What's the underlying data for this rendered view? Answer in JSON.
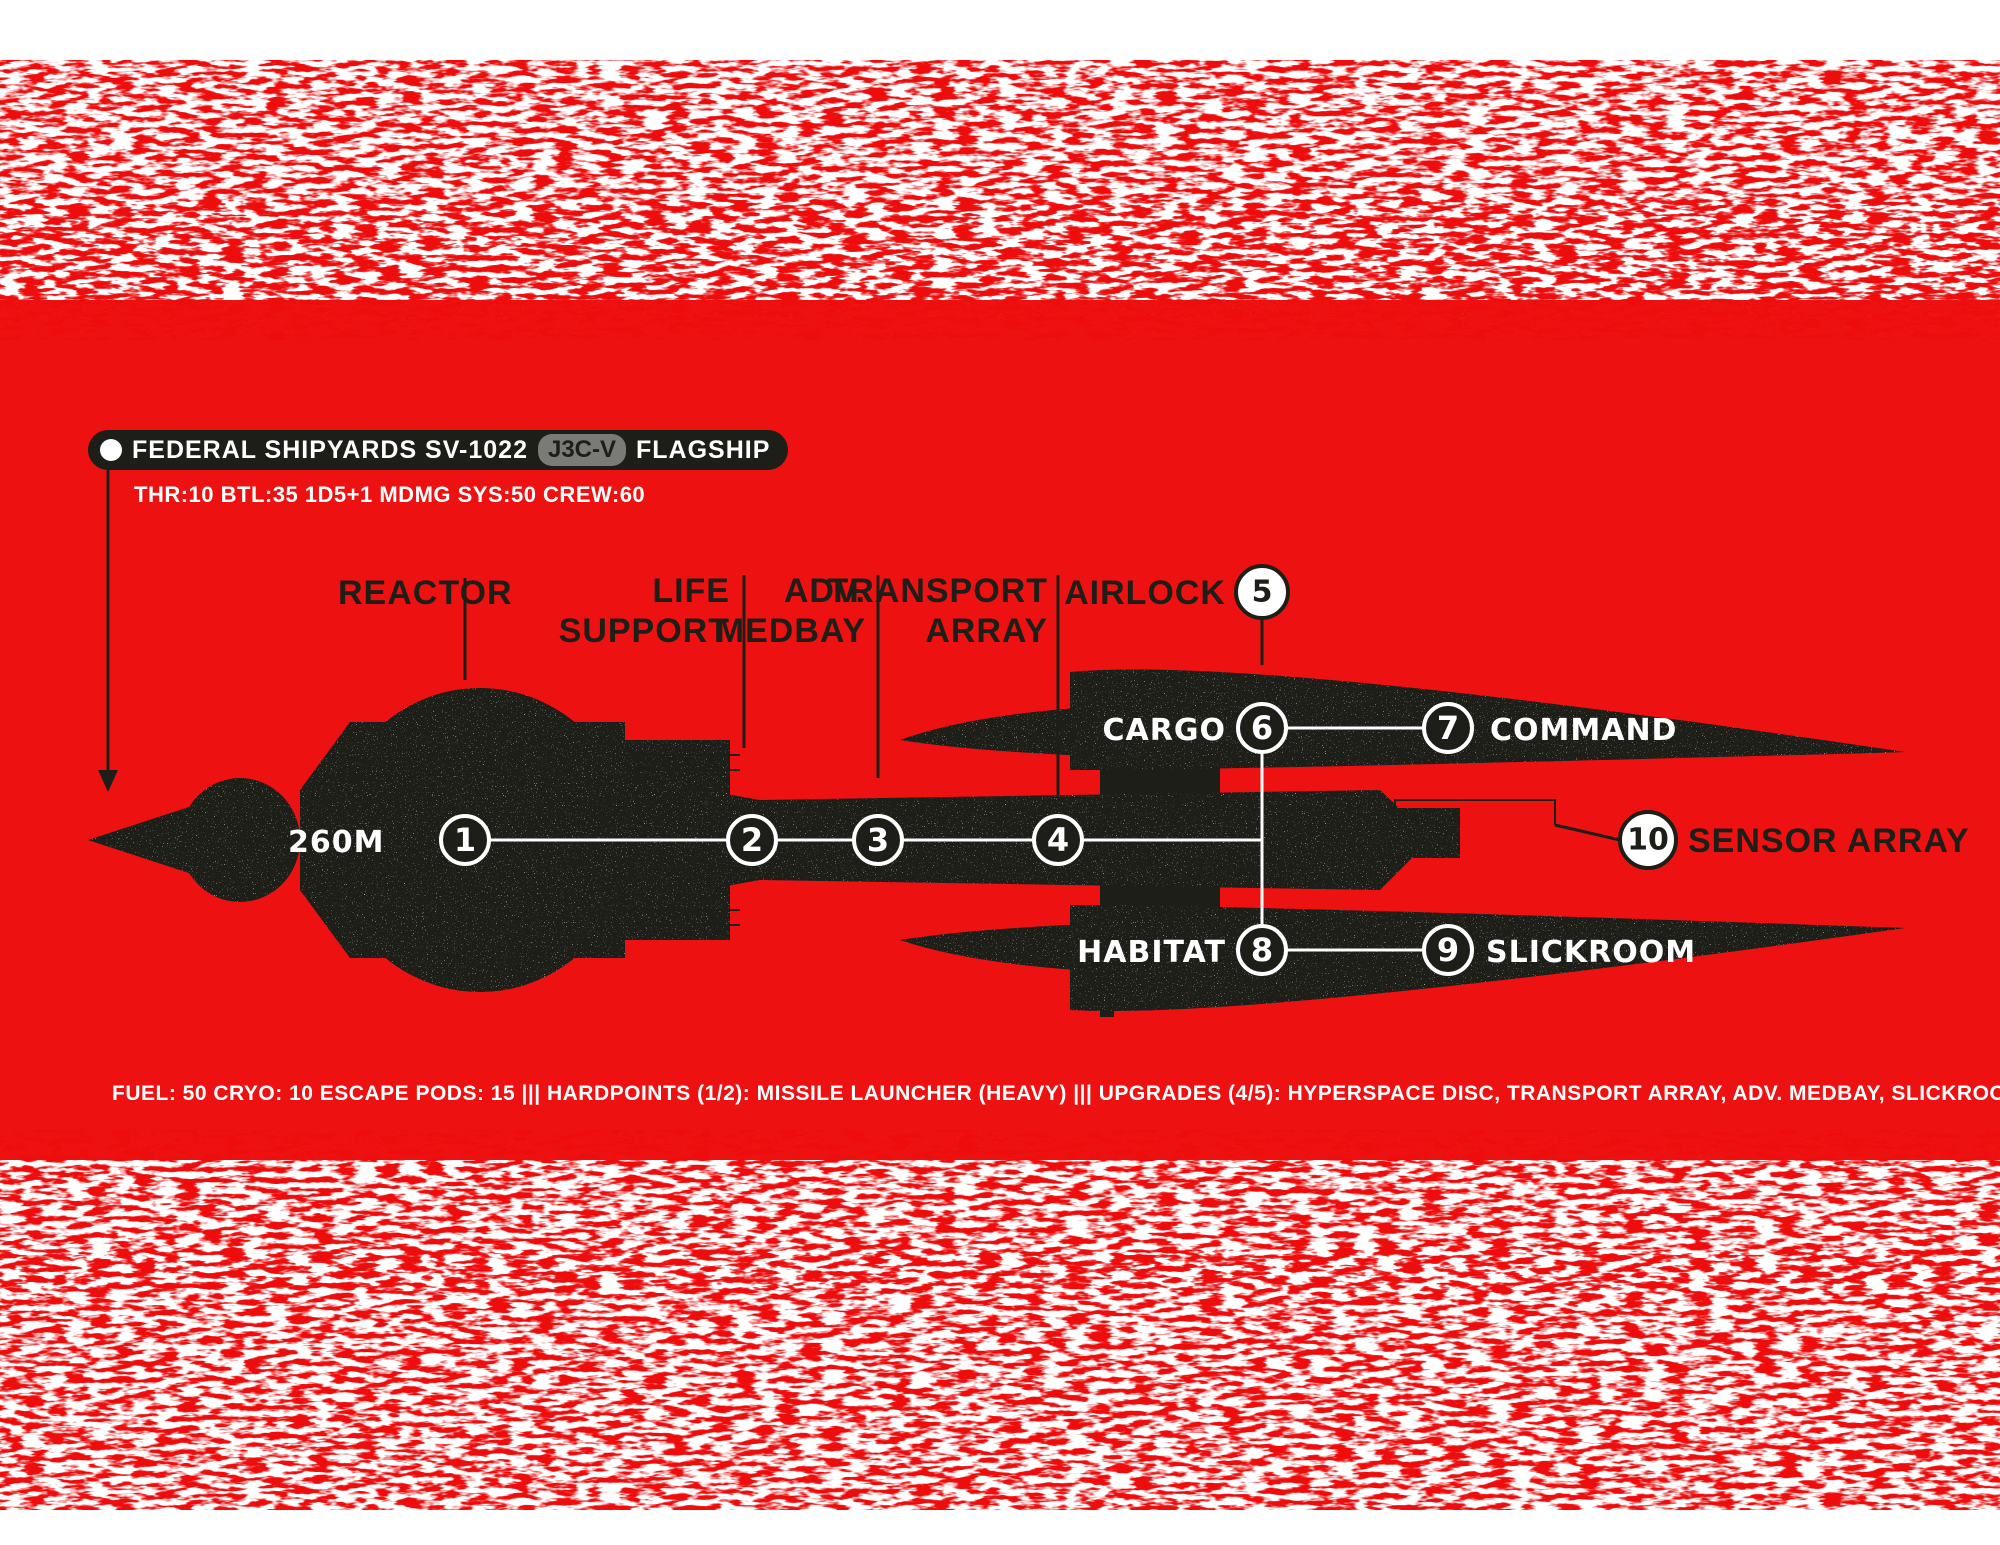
{
  "header": {
    "title": "FEDERAL SHIPYARDS SV-1022",
    "badge": "J3C-V",
    "suffix": "FLAGSHIP",
    "stats": "THR:10 BTL:35 1D5+1 MDMG SYS:50 CREW:60"
  },
  "ship": {
    "length_label": "260M"
  },
  "callouts": {
    "reactor": "REACTOR",
    "life_support_1": "LIFE",
    "life_support_2": "SUPPORT",
    "medbay_1": "ADV.",
    "medbay_2": "MEDBAY",
    "transport_1": "TRANSPORT",
    "transport_2": "ARRAY"
  },
  "rooms": [
    {
      "num": "1"
    },
    {
      "num": "2"
    },
    {
      "num": "3"
    },
    {
      "num": "4"
    },
    {
      "num": "5",
      "label": "AIRLOCK"
    },
    {
      "num": "6",
      "label": "CARGO"
    },
    {
      "num": "7",
      "label": "COMMAND"
    },
    {
      "num": "8",
      "label": "HABITAT"
    },
    {
      "num": "9",
      "label": "SLICKROOM"
    },
    {
      "num": "10",
      "label": "SENSOR ARRAY"
    }
  ],
  "footer": "FUEL: 50 CRYO: 10 ESCAPE PODS: 15 ||| HARDPOINTS (1/2): MISSILE LAUNCHER (HEAVY) ||| UPGRADES (4/5): HYPERSPACE DISC, TRANSPORT ARRAY, ADV. MEDBAY,  SLICKROOM.",
  "colors": {
    "red": "#ee1111",
    "hull": "#1e1e19",
    "white": "#ffffff"
  }
}
